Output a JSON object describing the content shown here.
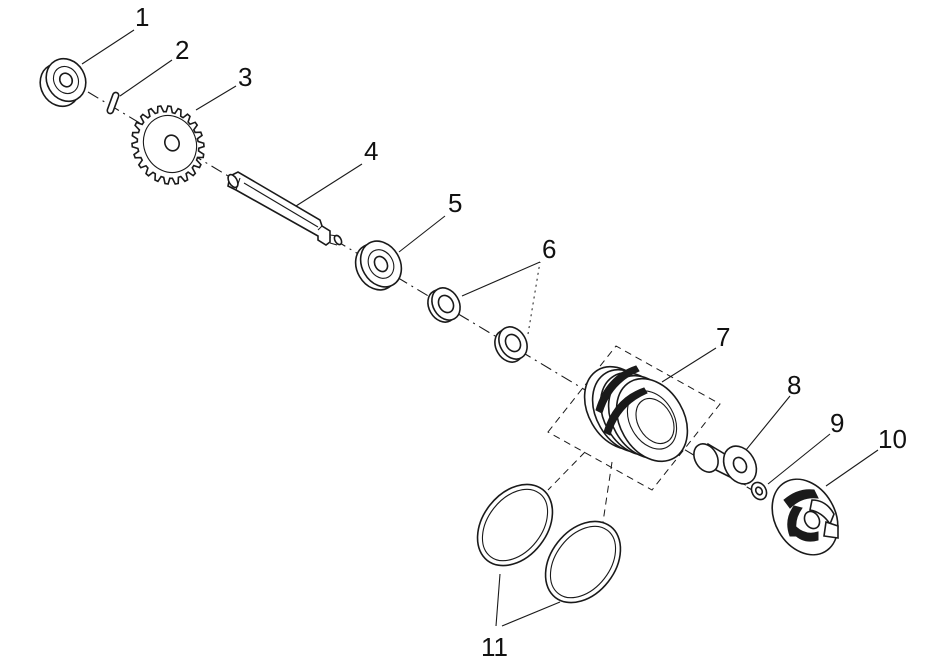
{
  "callouts": [
    {
      "id": "1",
      "text": "1"
    },
    {
      "id": "2",
      "text": "2"
    },
    {
      "id": "3",
      "text": "3"
    },
    {
      "id": "4",
      "text": "4"
    },
    {
      "id": "5",
      "text": "5"
    },
    {
      "id": "6",
      "text": "6"
    },
    {
      "id": "7",
      "text": "7"
    },
    {
      "id": "8",
      "text": "8"
    },
    {
      "id": "9",
      "text": "9"
    },
    {
      "id": "10",
      "text": "10"
    },
    {
      "id": "11",
      "text": "11"
    }
  ],
  "parts": [
    {
      "callout": "1",
      "kind": "bearing"
    },
    {
      "callout": "2",
      "kind": "pin"
    },
    {
      "callout": "3",
      "kind": "gear"
    },
    {
      "callout": "4",
      "kind": "shaft"
    },
    {
      "callout": "5",
      "kind": "bearing"
    },
    {
      "callout": "6",
      "kind": "seal",
      "count": 2
    },
    {
      "callout": "7",
      "kind": "mechanical-seal-assembly"
    },
    {
      "callout": "8",
      "kind": "collar"
    },
    {
      "callout": "9",
      "kind": "washer"
    },
    {
      "callout": "10",
      "kind": "impeller"
    },
    {
      "callout": "11",
      "kind": "o-ring",
      "count": 2
    }
  ],
  "colors": {
    "line": "#1a1a1a",
    "background": "#ffffff"
  }
}
